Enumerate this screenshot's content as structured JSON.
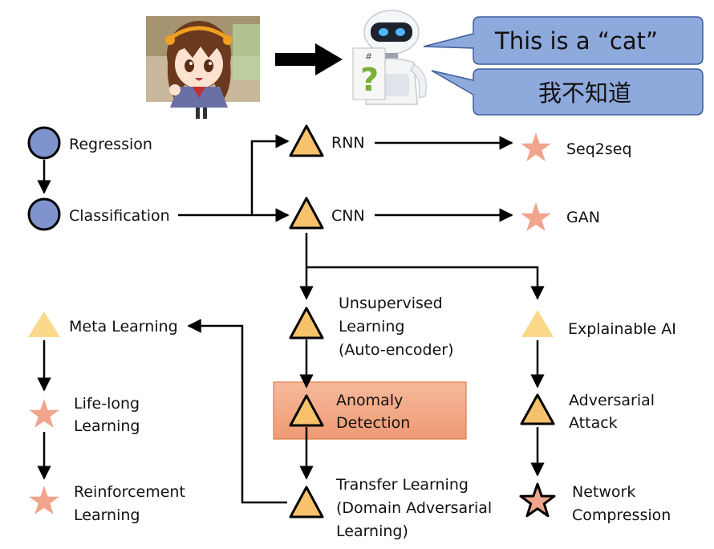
{
  "speech": {
    "english": "This is a “cat”",
    "chinese": "我不知道"
  },
  "robot_sign": {
    "tag": "#",
    "symbol": "?"
  },
  "nodes": {
    "regression": "Regression",
    "classification": "Classification",
    "rnn": "RNN",
    "cnn": "CNN",
    "seq2seq": "Seq2seq",
    "gan": "GAN",
    "unsupervised": [
      "Unsupervised",
      "Learning",
      "(Auto-encoder)"
    ],
    "anomaly": [
      "Anomaly",
      "Detection"
    ],
    "transfer": [
      "Transfer Learning",
      "(Domain Adversarial",
      "Learning)"
    ],
    "explainable": "Explainable AI",
    "adversarial": [
      "Adversarial",
      "Attack"
    ],
    "compression": [
      "Network",
      "Compression"
    ],
    "meta": "Meta Learning",
    "lifelong": [
      "Life-long",
      "Learning"
    ],
    "reinforcement": [
      "Reinforcement",
      "Learning"
    ]
  },
  "colors": {
    "circle_fill": "#7f93cc",
    "triangle_fill": "#f7c26b",
    "triangle_light": "#fcd98a",
    "star_fill": "#f1a58c",
    "bubble_fill": "#8ea9db",
    "bubble_stroke": "#3f5d9c",
    "highlight_fill": "#f3a884",
    "highlight_stroke": "#e07a4f"
  }
}
